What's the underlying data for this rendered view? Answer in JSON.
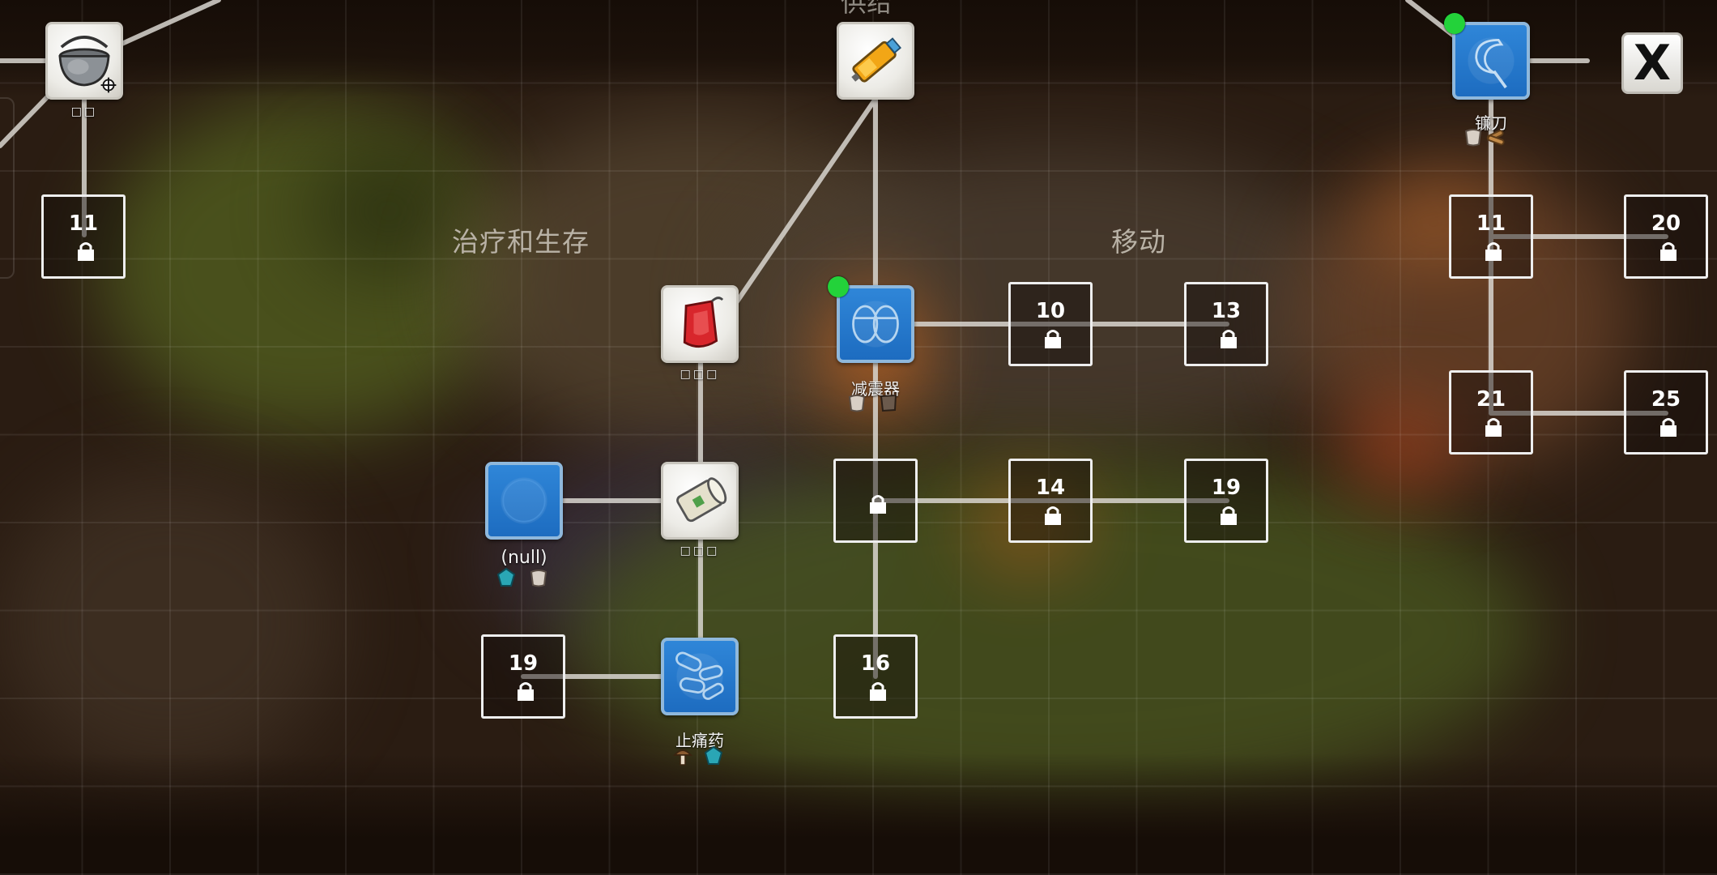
{
  "window": {
    "close_label": "X"
  },
  "sections": {
    "healing": "治疗和生存",
    "movement": "移动",
    "top_cut": "供给"
  },
  "nodes": {
    "pot": {
      "label": "□□"
    },
    "bandage": {
      "label": "□□□"
    },
    "splint": {
      "label": "□□□"
    },
    "null_item": {
      "label": "(null)"
    },
    "painkiller": {
      "label": "止痛药"
    },
    "shock": {
      "label": "减震器"
    },
    "sickle": {
      "label": "镰刀"
    }
  },
  "locked_nodes": {
    "l11a": "11",
    "l10": "10",
    "l13": "13",
    "l14": "14",
    "l19a": "19",
    "l19b": "19",
    "l16": "16",
    "l11b": "11",
    "l20": "20",
    "l21": "21",
    "l25": "25",
    "lock_blank": ""
  },
  "colors": {
    "accent_new": "#23d23a",
    "blueprint": "#1f72c6",
    "link": "#d9d6d0"
  }
}
